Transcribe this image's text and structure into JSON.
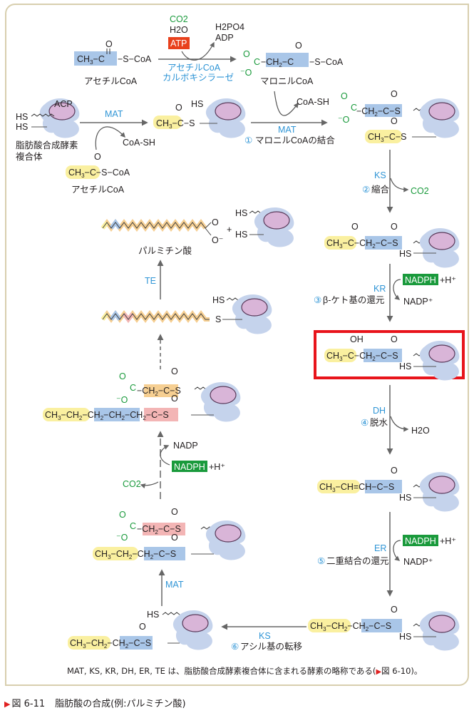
{
  "figure": {
    "number": "図 6-11",
    "title": "脂肪酸の合成(例:パルミチン酸)",
    "note_prefix": "MAT, KS, KR, DH, ER, TE は、脂肪酸合成酵素複合体に含まれる酵素の略称である(",
    "note_ref": "図 6-10",
    "note_suffix": ")。"
  },
  "colors": {
    "frame_border": "#d8cfae",
    "highlight_box": "#e8141b",
    "enzyme_label": "#2f95d6",
    "green_text": "#1a9a3c",
    "atp_bg": "#e8401c",
    "nadph_bg": "#1a9a3c",
    "yellow_group": "#faf0a0",
    "blue_group": "#a9c6e8",
    "orange_group": "#f6cf92",
    "pink_group": "#f3b5b5",
    "enzyme_blob": "#c5d3ec",
    "acp_ellipse": "#d9b5d8"
  },
  "top": {
    "acetyl_coa_label": "アセチルCoA",
    "malonyl_coa_label": "マロニルCoA",
    "inputs": [
      "CO2",
      "H2O"
    ],
    "atp": "ATP",
    "outputs": [
      "H2PO4",
      "ADP"
    ],
    "enzyme_line1": "アセチルCoA",
    "enzyme_line2": "カルボキシラーゼ"
  },
  "complex": {
    "acp": "ACP",
    "name_line1": "脂肪酸合成酵素",
    "name_line2": "複合体",
    "hs": "HS"
  },
  "step0": {
    "enzyme": "MAT",
    "byproduct": "CoA-SH",
    "substrate_label": "アセチルCoA"
  },
  "steps": [
    {
      "num": "①",
      "enzyme": "MAT",
      "label": "マロニルCoAの結合",
      "byproduct": "CoA-SH"
    },
    {
      "num": "②",
      "enzyme": "KS",
      "label": "縮合",
      "byproduct": "CO2"
    },
    {
      "num": "③",
      "enzyme": "KR",
      "label": "β-ケト基の還元",
      "cofactor": "NADPH",
      "plus": "+H⁺",
      "byproduct": "NADP⁺"
    },
    {
      "num": "④",
      "enzyme": "DH",
      "label": "脱水",
      "byproduct": "H2O"
    },
    {
      "num": "⑤",
      "enzyme": "ER",
      "label": "二重結合の還元",
      "cofactor": "NADPH",
      "plus": "+H⁺",
      "byproduct": "NADP⁺"
    },
    {
      "num": "⑥",
      "enzyme": "KS",
      "label": "アシル基の転移"
    }
  ],
  "left_column": {
    "mat": "MAT",
    "co2": "CO2",
    "nadp": "NADP",
    "nadph": "NADPH",
    "plus_h": "+H⁺",
    "te": "TE",
    "product": "パルミチン酸",
    "plus": "+"
  }
}
